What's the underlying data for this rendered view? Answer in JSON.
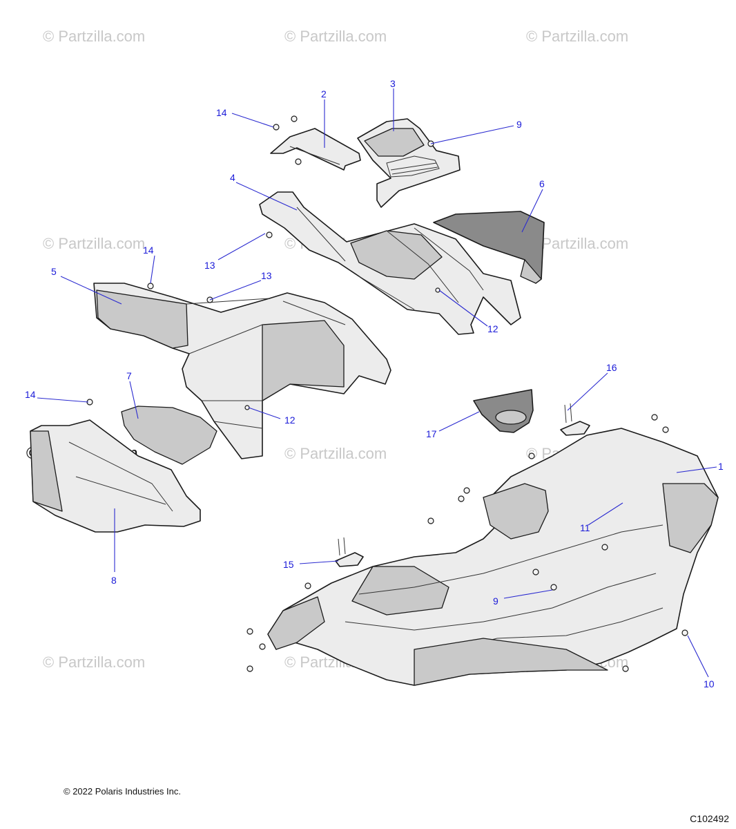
{
  "watermark": {
    "text": "© Partzilla.com"
  },
  "copyright": "© 2022 Polaris Industries Inc.",
  "drawing_id": "C102492",
  "callouts": {
    "c1": "1",
    "c2": "2",
    "c3": "3",
    "c4": "4",
    "c5": "5",
    "c6": "6",
    "c7": "7",
    "c8": "8",
    "c9a": "9",
    "c9b": "9",
    "c10": "10",
    "c11": "11",
    "c12a": "12",
    "c12b": "12",
    "c13a": "13",
    "c13b": "13",
    "c14a": "14",
    "c14b": "14",
    "c14c": "14",
    "c15": "15",
    "c16": "16",
    "c17": "17"
  },
  "colors": {
    "callout": "#1a1ad8",
    "watermark": "#c8c8c8"
  }
}
